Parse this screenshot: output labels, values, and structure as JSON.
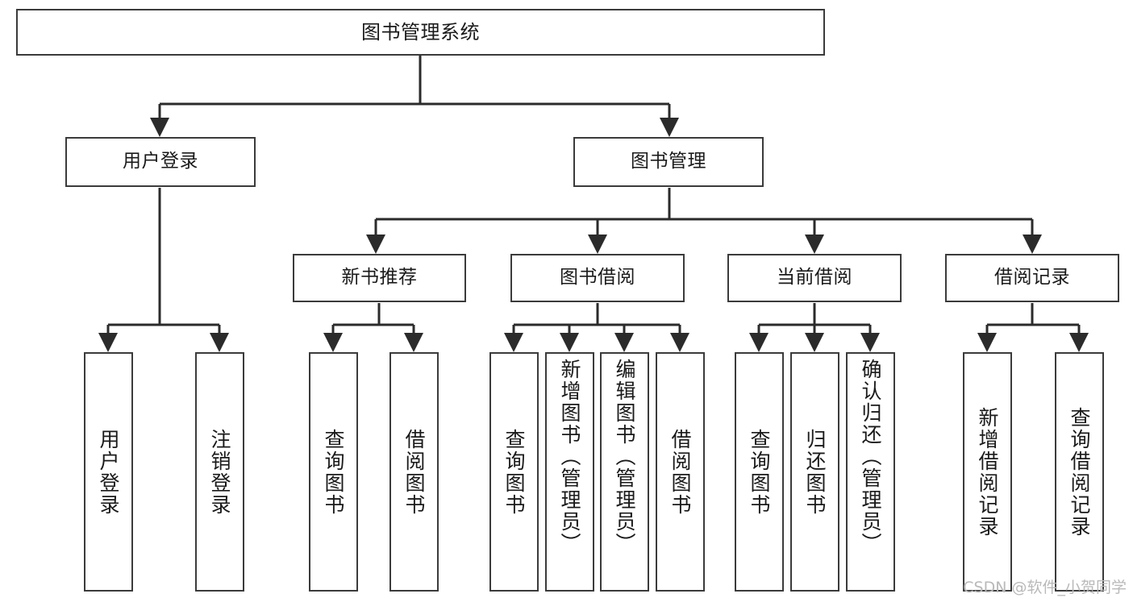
{
  "diagram": {
    "type": "tree",
    "title": "图书管理系统",
    "orientation": "top-down",
    "colors": {
      "node_border": "#3b3b3b",
      "node_fill": "#ffffff",
      "edge": "#2b2b2b",
      "text": "#1a1a1a",
      "watermark": "#b9b9b9"
    },
    "watermark": "CSDN @软件_小贺同学",
    "nodes": {
      "root": {
        "label": "图书管理系统"
      },
      "level1": [
        {
          "id": "user-login",
          "label": "用户登录"
        },
        {
          "id": "book-manage",
          "label": "图书管理"
        }
      ],
      "level2": [
        {
          "id": "new-book-recommend",
          "label": "新书推荐",
          "parent": "book-manage"
        },
        {
          "id": "book-borrow",
          "label": "图书借阅",
          "parent": "book-manage"
        },
        {
          "id": "current-borrow",
          "label": "当前借阅",
          "parent": "book-manage"
        },
        {
          "id": "borrow-record",
          "label": "借阅记录",
          "parent": "book-manage"
        }
      ],
      "leaves": [
        {
          "id": "leaf-user-login",
          "label": "用户登录",
          "parent": "user-login"
        },
        {
          "id": "leaf-user-logout",
          "label": "注销登录",
          "parent": "user-login"
        },
        {
          "id": "leaf-query-book-1",
          "label": "查询图书",
          "parent": "new-book-recommend"
        },
        {
          "id": "leaf-borrow-book-1",
          "label": "借阅图书",
          "parent": "new-book-recommend"
        },
        {
          "id": "leaf-query-book-2",
          "label": "查询图书",
          "parent": "book-borrow"
        },
        {
          "id": "leaf-add-book",
          "label": "新增图书（管理员）",
          "parent": "book-borrow"
        },
        {
          "id": "leaf-edit-book",
          "label": "编辑图书（管理员）",
          "parent": "book-borrow"
        },
        {
          "id": "leaf-borrow-book-2",
          "label": "借阅图书",
          "parent": "book-borrow"
        },
        {
          "id": "leaf-query-book-3",
          "label": "查询图书",
          "parent": "current-borrow"
        },
        {
          "id": "leaf-return-book",
          "label": "归还图书",
          "parent": "current-borrow"
        },
        {
          "id": "leaf-confirm-return",
          "label": "确认归还（管理员）",
          "parent": "current-borrow"
        },
        {
          "id": "leaf-add-record",
          "label": "新增借阅记录",
          "parent": "borrow-record"
        },
        {
          "id": "leaf-query-record",
          "label": "查询借阅记录",
          "parent": "borrow-record"
        }
      ]
    }
  }
}
